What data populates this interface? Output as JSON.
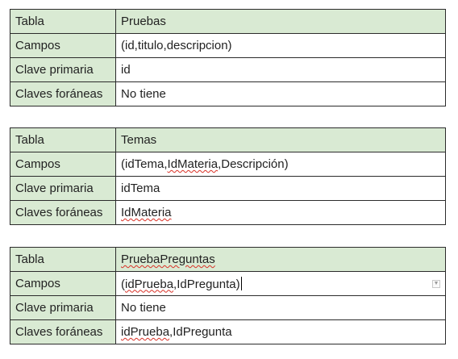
{
  "tables": [
    {
      "rows": [
        {
          "key": "Tabla",
          "value": "Pruebas"
        },
        {
          "key": "Campos",
          "value": "(id,titulo,descripcion)"
        },
        {
          "key": "Clave primaria",
          "value": "id"
        },
        {
          "key": "Claves foráneas",
          "value": "No tiene"
        }
      ]
    },
    {
      "rows": [
        {
          "key": "Tabla",
          "value": "Temas"
        },
        {
          "key": "Campos",
          "value_parts": [
            "(idTema,",
            "IdMateria",
            ",Descripción)"
          ]
        },
        {
          "key": "Clave primaria",
          "value": "idTema"
        },
        {
          "key": "Claves foráneas",
          "value": "IdMateria"
        }
      ]
    },
    {
      "rows": [
        {
          "key": "Tabla",
          "value": "PruebaPreguntas"
        },
        {
          "key": "Campos",
          "value_parts": [
            "(",
            "idPrueba",
            ",IdPregunta)"
          ]
        },
        {
          "key": "Clave primaria",
          "value": "No tiene"
        },
        {
          "key": "Claves foráneas",
          "value_parts": [
            "idPrueba",
            ",IdPregunta"
          ]
        }
      ]
    }
  ],
  "colors": {
    "header_fill": "#d9ead3",
    "border": "#2b2b2b",
    "spellcheck_underline": "#d93025"
  },
  "icons": {
    "cell_dropdown": "chevron-down-icon"
  }
}
